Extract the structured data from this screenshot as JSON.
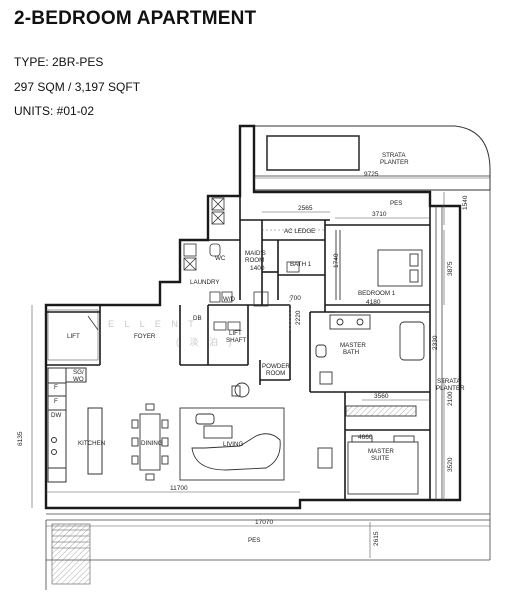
{
  "header": {
    "title": "2-BEDROOM APARTMENT",
    "type": "TYPE: 2BR-PES",
    "area": "297 SQM / 3,197 SQFT",
    "units": "UNITS:  #01-02"
  },
  "rooms": {
    "strata_planter_top": "STRATA",
    "strata_planter_top2": "PLANTER",
    "pes_top": "PES",
    "ac_ledge": "AC LEDGE",
    "wc": "WC",
    "maids_room": "MAID'S",
    "maids_room2": "ROOM",
    "bath1": "BATH 1",
    "bedroom1": "BEDROOM 1",
    "laundry": "LAUNDRY",
    "wd": "W/D",
    "db": "DB",
    "lift": "LIFT",
    "foyer": "FOYER",
    "lift_shaft": "LIFT",
    "lift_shaft2": "SHAFT",
    "master_bath": "MASTER",
    "master_bath2": "BATH",
    "powder": "POWDER",
    "powder2": "ROOM",
    "strata_planter_right": "STRATA",
    "strata_planter_right2": "PLANTER",
    "sg": "SG/",
    "wo": "WO",
    "f1": "F",
    "f2": "F",
    "dw": "DW",
    "kitchen": "KITCHEN",
    "dining": "DINING",
    "living": "LIVING",
    "master_suite": "MASTER",
    "master_suite2": "SUITE",
    "pes_bottom": "PES"
  },
  "dimensions": {
    "d9725": "9725",
    "d1540": "1540",
    "d2565": "2565",
    "d3710": "3710",
    "d1400": "1400",
    "d1740": "1740",
    "d3875": "3875",
    "d700": "700",
    "d4180": "4180",
    "d2220": "2220",
    "d2330": "2330",
    "d3560": "3560",
    "d2100": "2100",
    "d6135": "6135",
    "d4660": "4660",
    "d3520": "3520",
    "d11700": "11700",
    "d17070": "17070",
    "d2615": "2615"
  },
  "watermark": {
    "line1": "E L L  E  N  T",
    "line2": "(  淡  泊  )"
  },
  "colors": {
    "wall": "#1a1a1a",
    "line": "#555555",
    "hatch": "#999999"
  }
}
